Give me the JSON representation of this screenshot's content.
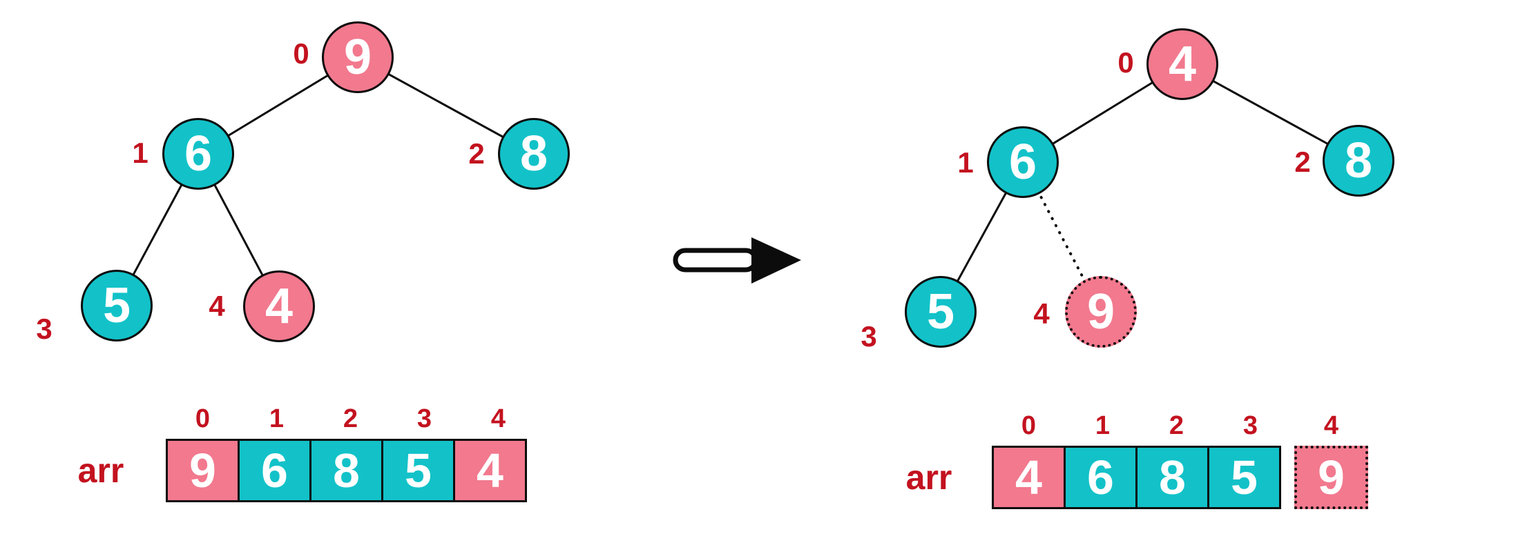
{
  "palette": {
    "pink": "#f2798e",
    "teal": "#12c2c8",
    "red": "#c3121f",
    "edge": "#0c0c0c",
    "text": "#ffffff",
    "bg": "#ffffff"
  },
  "left": {
    "tree": {
      "nodes": [
        {
          "index": "0",
          "value": "9",
          "color": "pink"
        },
        {
          "index": "1",
          "value": "6",
          "color": "teal"
        },
        {
          "index": "2",
          "value": "8",
          "color": "teal"
        },
        {
          "index": "3",
          "value": "5",
          "color": "teal"
        },
        {
          "index": "4",
          "value": "4",
          "color": "pink"
        }
      ]
    },
    "array": {
      "label": "arr",
      "indices": [
        "0",
        "1",
        "2",
        "3",
        "4"
      ],
      "cells": [
        {
          "value": "9",
          "color": "pink"
        },
        {
          "value": "6",
          "color": "teal"
        },
        {
          "value": "8",
          "color": "teal"
        },
        {
          "value": "5",
          "color": "teal"
        },
        {
          "value": "4",
          "color": "pink"
        }
      ]
    }
  },
  "arrow": {
    "icon": "rightwards-arrow-icon"
  },
  "right": {
    "tree": {
      "nodes": [
        {
          "index": "0",
          "value": "4",
          "color": "pink"
        },
        {
          "index": "1",
          "value": "6",
          "color": "teal"
        },
        {
          "index": "2",
          "value": "8",
          "color": "teal"
        },
        {
          "index": "3",
          "value": "5",
          "color": "teal"
        },
        {
          "index": "4",
          "value": "9",
          "color": "pink",
          "detached": true
        }
      ]
    },
    "array": {
      "label": "arr",
      "indices": [
        "0",
        "1",
        "2",
        "3",
        "4"
      ],
      "cells": [
        {
          "value": "4",
          "color": "pink"
        },
        {
          "value": "6",
          "color": "teal"
        },
        {
          "value": "8",
          "color": "teal"
        },
        {
          "value": "5",
          "color": "teal"
        },
        {
          "value": "9",
          "color": "pink",
          "detached": true
        }
      ]
    }
  }
}
